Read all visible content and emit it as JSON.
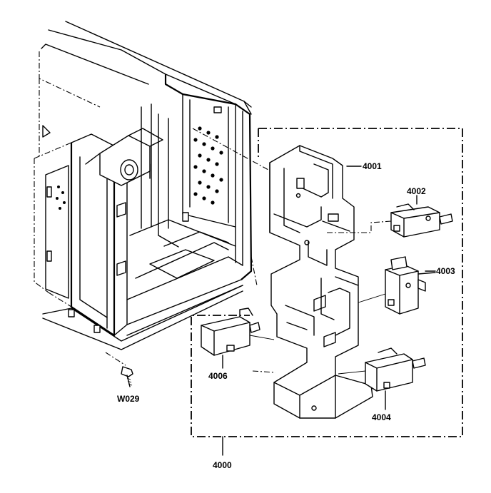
{
  "labels": {
    "interlock_bracket": "4001",
    "switch_a": "4002",
    "switch_b": "4003",
    "switch_c": "4004",
    "switch_d": "4006",
    "assembly": "4000",
    "screw": "W029"
  }
}
